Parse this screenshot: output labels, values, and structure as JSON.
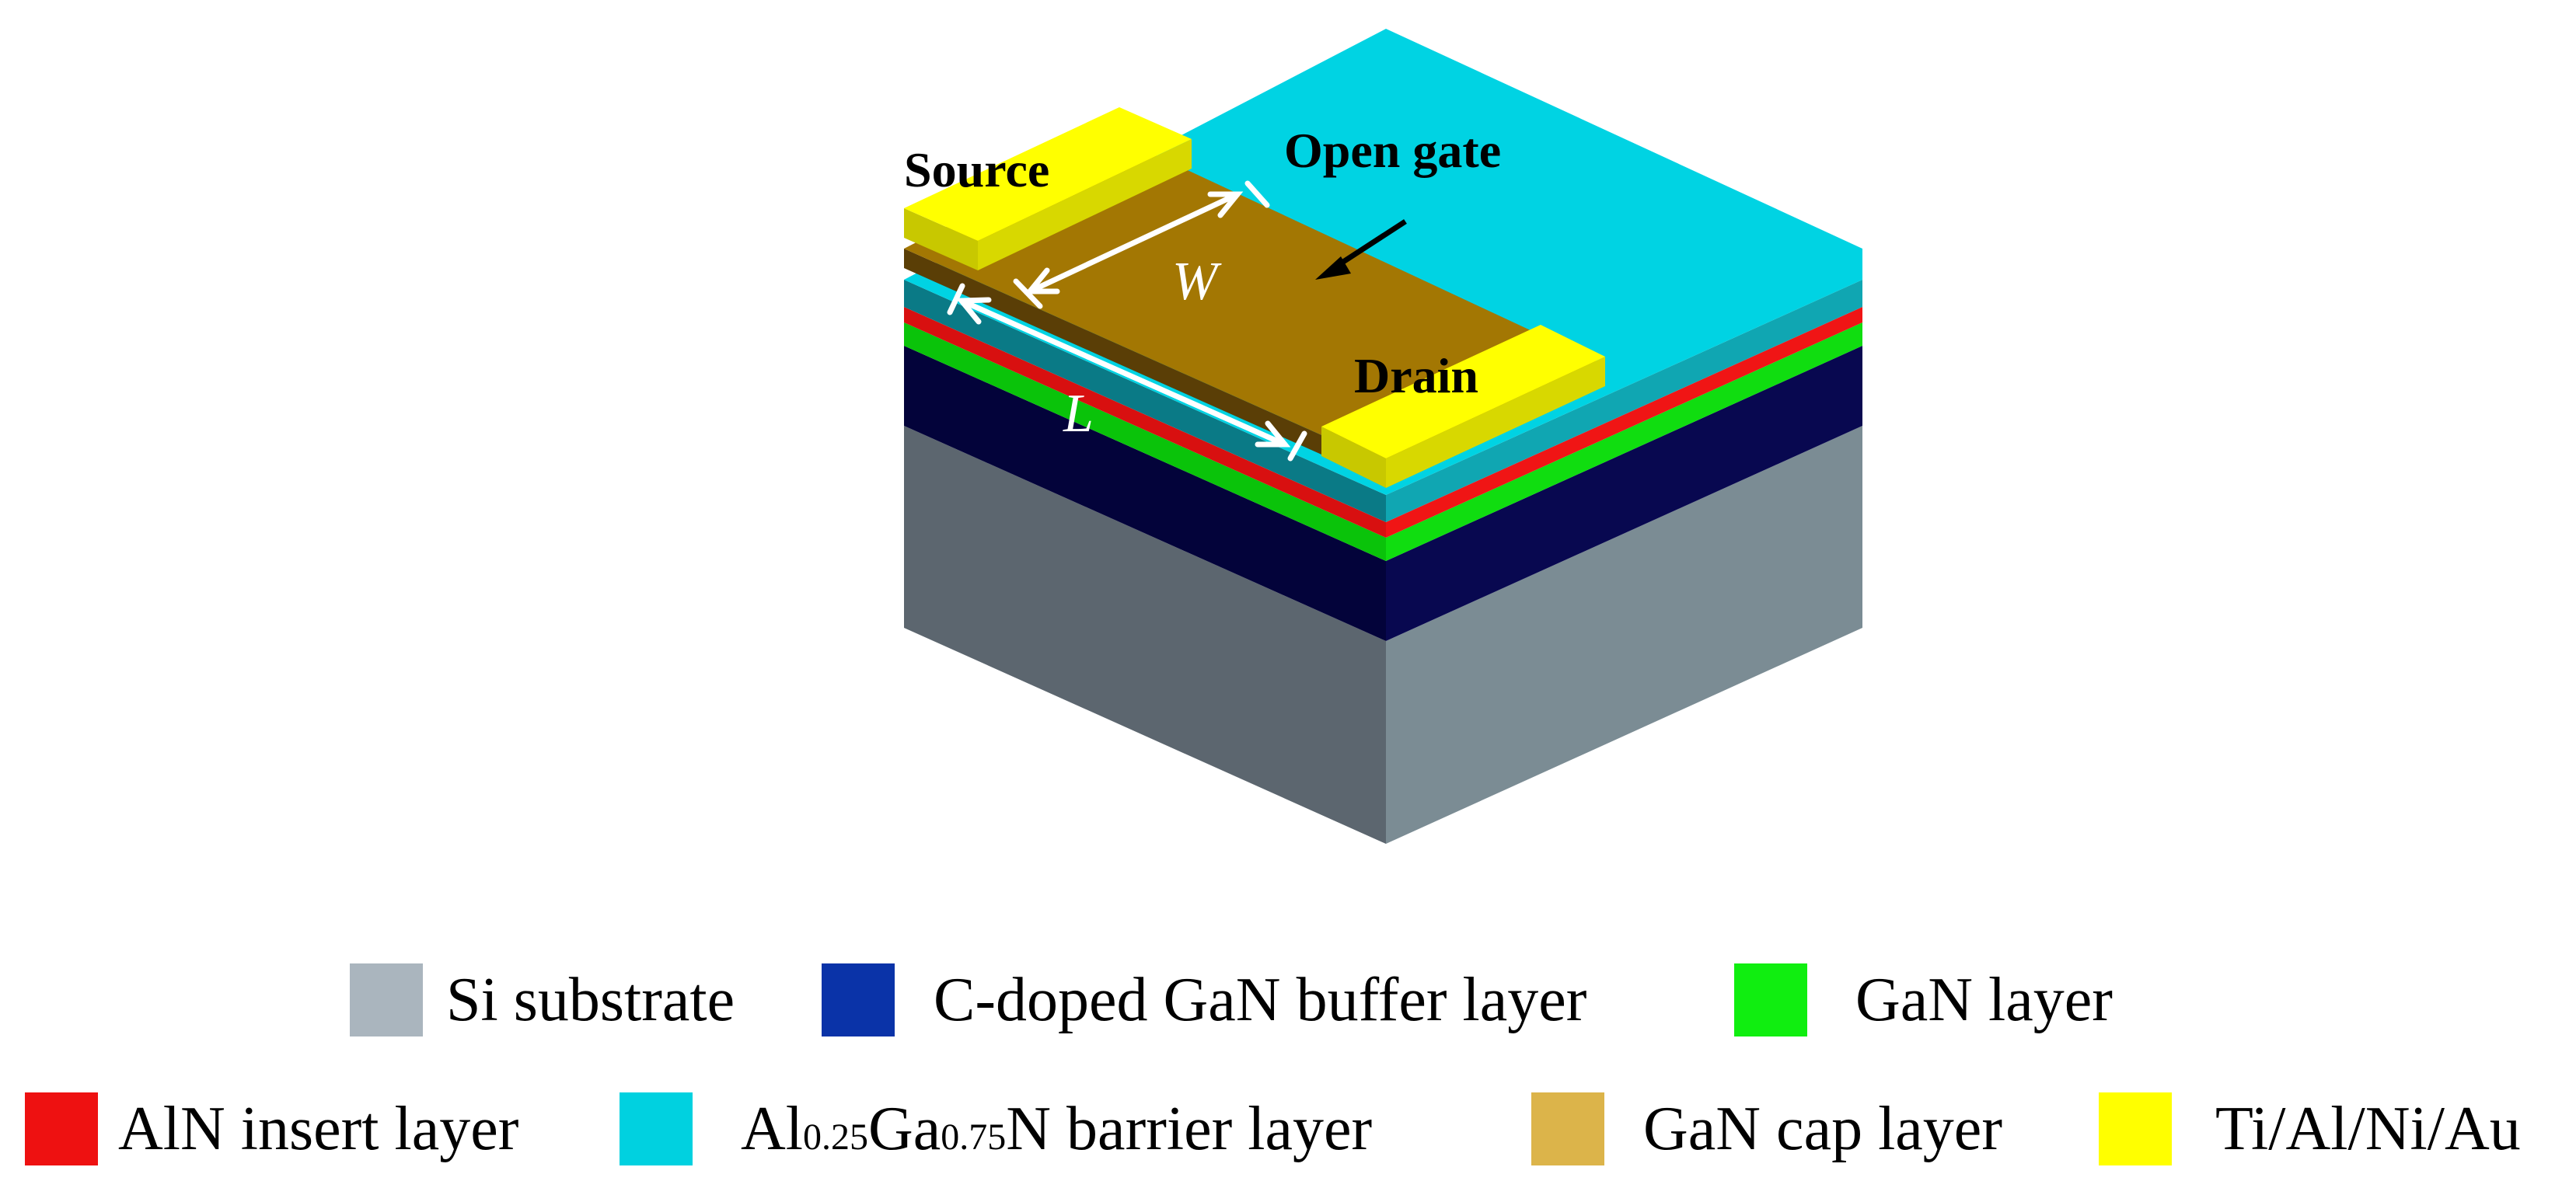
{
  "diagram": {
    "labels": {
      "source": "Source",
      "open_gate": "Open gate",
      "drain": "Drain",
      "width": "W",
      "length": "L"
    }
  },
  "legend": {
    "row1": [
      {
        "label": "Si substrate",
        "color": "#aab5be"
      },
      {
        "label": "C-doped GaN buffer layer",
        "color": "#0a33a8"
      },
      {
        "label": "GaN layer",
        "color": "#10ee10"
      }
    ],
    "row2": [
      {
        "label": "AlN insert layer",
        "color": "#ee1111"
      },
      {
        "label_parts": [
          "Al",
          "0.25",
          "Ga",
          "0.75",
          "N barrier layer"
        ],
        "color": "#00d1e0"
      },
      {
        "label": "GaN cap layer",
        "color": "#dcb44a"
      },
      {
        "label": "Ti/Al/Ni/Au",
        "color": "#ffff00"
      }
    ]
  }
}
